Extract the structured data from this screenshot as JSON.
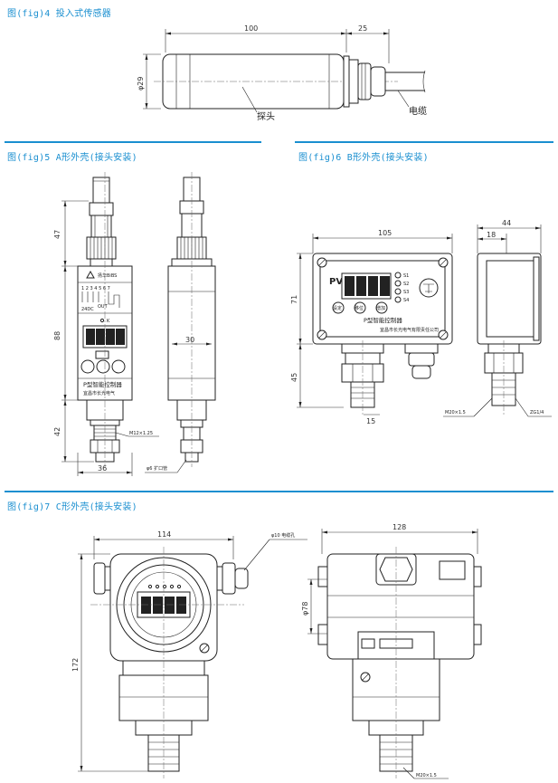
{
  "captions": {
    "fig4": "图(fig)4  投入式传感器",
    "fig5": "图(fig)5  A形外壳(接头安装)",
    "fig6": "图(fig)6  B形外壳(接头安装)",
    "fig7": "图(fig)7  C形外壳(接头安装)"
  },
  "fig4": {
    "dim_length": "100",
    "dim_tail": "25",
    "dim_dia": "φ29",
    "label_probe": "探头",
    "label_cable": "电缆"
  },
  "fig5": {
    "dim_top": "47",
    "dim_mid": "88",
    "dim_bot": "42",
    "dim_width": "36",
    "dim_side": "30",
    "thread": "M12×1.25",
    "pipe": "φ6 扩口管",
    "panel_title": "P型智能控制器",
    "panel_maker": "宜昌市长光电气",
    "panel_brand": "扬华BiBS",
    "panel_nums": "1 2 3 4 5 6 7",
    "panel_k": "K",
    "panel_24v": "24DC",
    "panel_out": "OUT"
  },
  "fig6": {
    "dim_w": "105",
    "dim_h": "71",
    "dim_b": "45",
    "dim_d": "44",
    "dim_d2": "18",
    "dim_small": "15",
    "thread": "M20×1.5",
    "thread2": "ZG1/4",
    "pv": "PV",
    "title": "P型智能控制器",
    "maker": "宜昌市长光电气有限责任公司",
    "led1": "S1",
    "led2": "S2",
    "led3": "S3",
    "led4": "S4",
    "btn1": "设定",
    "btn2": "移位",
    "btn3": "增加"
  },
  "fig7": {
    "dim_w": "114",
    "dim_w2": "128",
    "dim_h": "172",
    "dim_dia": "φ78",
    "thread": "M20×1.5",
    "cable_label": "φ10 电缆孔"
  }
}
